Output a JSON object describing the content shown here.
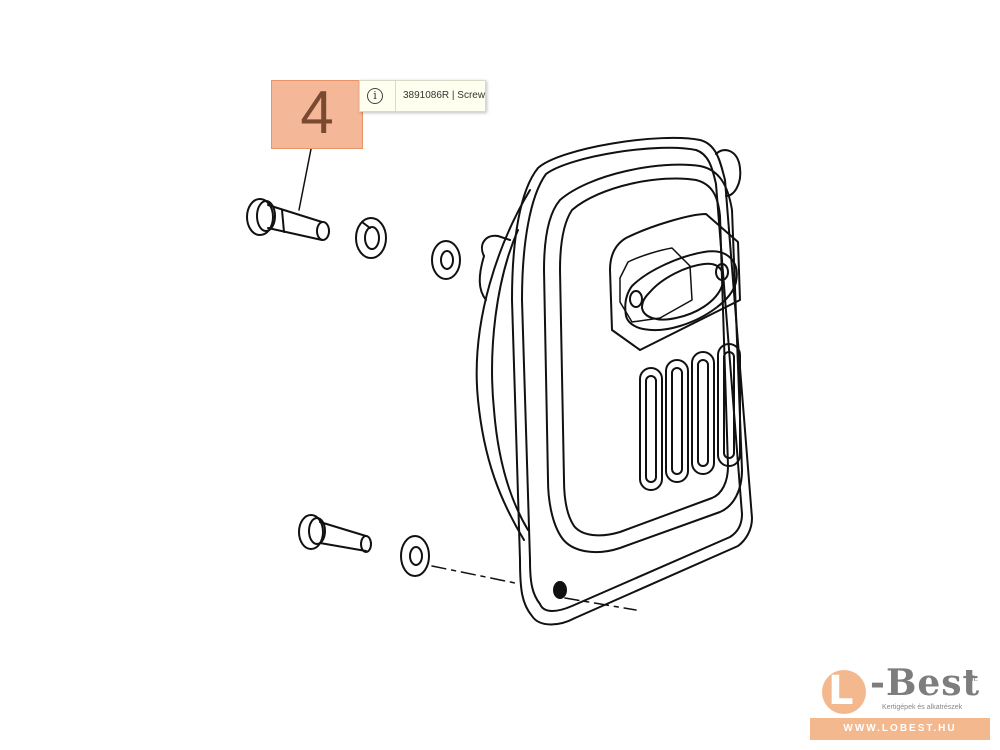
{
  "callout": {
    "number": "4"
  },
  "tooltip": {
    "icon": "info-icon",
    "text": "3891086R | Screw"
  },
  "logo": {
    "mark": "L",
    "word": "-Best",
    "suffix": "Kft.",
    "tagline": "Kertigépek és alkatrészek",
    "url": "WWW.LOBEST.HU"
  },
  "colors": {
    "callout_fill": "#f4b898",
    "callout_text": "#7a4a30",
    "logo_accent": "#f3b88d",
    "logo_gray": "#7d7d7d"
  }
}
